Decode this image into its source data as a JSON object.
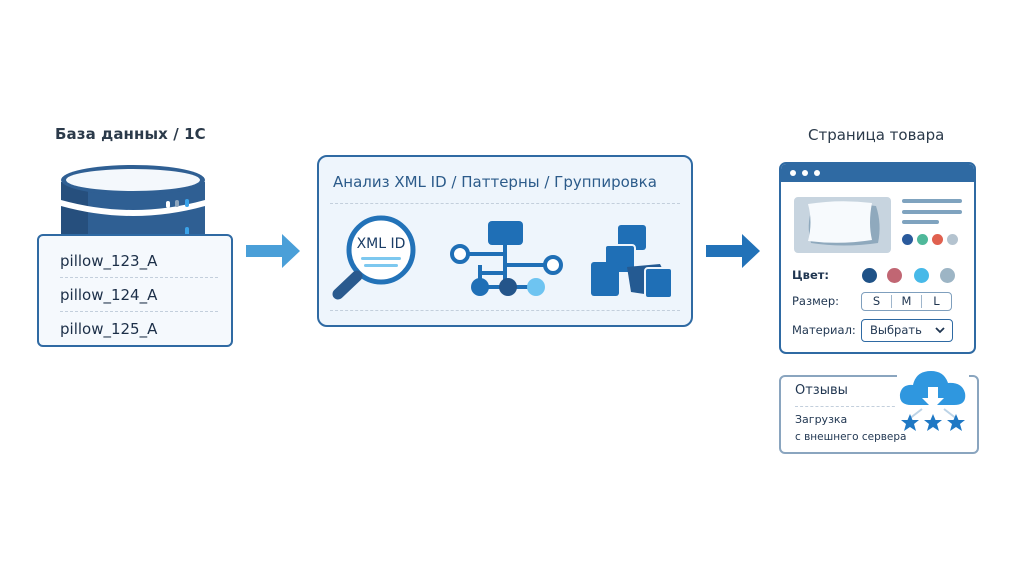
{
  "database": {
    "title": "База данных / 1С",
    "icon": "database-icon",
    "records": [
      "pillow_123_A",
      "pillow_124_A",
      "pillow_125_A"
    ]
  },
  "flow_arrows": [
    "arrow-right-icon",
    "arrow-right-icon"
  ],
  "analysis": {
    "title": "Анализ XML ID / Паттерны / Группировка",
    "magnifier_label": "XML ID",
    "icons": [
      "magnifier-icon",
      "tree-structure-icon",
      "grouped-blocks-icon"
    ]
  },
  "product_page": {
    "title": "Страница товара",
    "image": "pillow-image",
    "preview_swatch_colors": [
      "#2a5a9c",
      "#4fb89a",
      "#e0604f",
      "#b4c3cf"
    ],
    "color_label": "Цвет:",
    "color_options": [
      "#1f5287",
      "#c16673",
      "#47b9e8",
      "#9db5c5"
    ],
    "size_label": "Размер:",
    "size_options": [
      "S",
      "M",
      "L"
    ],
    "material_label": "Материал:",
    "material_select_value": "Выбрать"
  },
  "reviews": {
    "title": "Отзывы",
    "subtitle_line1": "Загрузка",
    "subtitle_line2": "с внешнего сервера",
    "rating_stars": 3,
    "icon": "cloud-download-icon"
  },
  "colors": {
    "primary": "#2f6aa3",
    "accent": "#4a9fd8",
    "panel_bg": "#eef5fc"
  }
}
